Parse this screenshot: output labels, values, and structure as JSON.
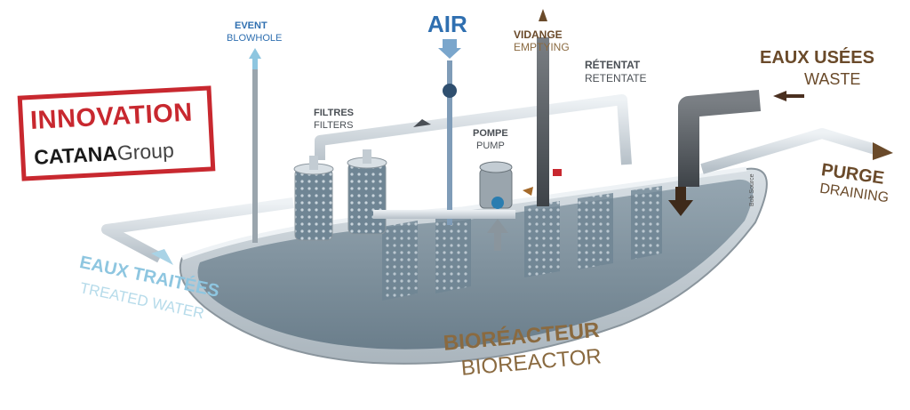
{
  "logo": {
    "title": "INNOVATION",
    "company": "CATANA",
    "suffix": "Group"
  },
  "labels": {
    "event_fr": "EVENT",
    "event_en": "BLOWHOLE",
    "air": "AIR",
    "vidange_fr": "VIDANGE",
    "vidange_en": "EMPTYING",
    "retentat_fr": "RÉTENTAT",
    "retentat_en": "RETENTATE",
    "eaux_usees_fr": "EAUX USÉES",
    "eaux_usees_en": "WASTE",
    "filtres_fr": "FILTRES",
    "filtres_en": "FILTERS",
    "pompe_fr": "POMPE",
    "pompe_en": "PUMP",
    "purge_fr": "PURGE",
    "purge_en": "DRAINING",
    "eaux_traitees_fr": "EAUX TRAITÉES",
    "eaux_traitees_en": "TREATED WATER",
    "bioreacteur_fr": "BIORÉACTEUR",
    "bioreacteur_en": "BIOREACTOR",
    "credit": "Bob Source"
  },
  "colors": {
    "blue_label": "#2f6fb0",
    "light_blue_label": "#8ec6e0",
    "brown_label": "#6a4a2a",
    "tan_label": "#8a6a40",
    "stamp_red": "#c8282f",
    "pipe": "#cfd6dc",
    "tank": "#b9c2c9",
    "water": "#7f929e"
  }
}
